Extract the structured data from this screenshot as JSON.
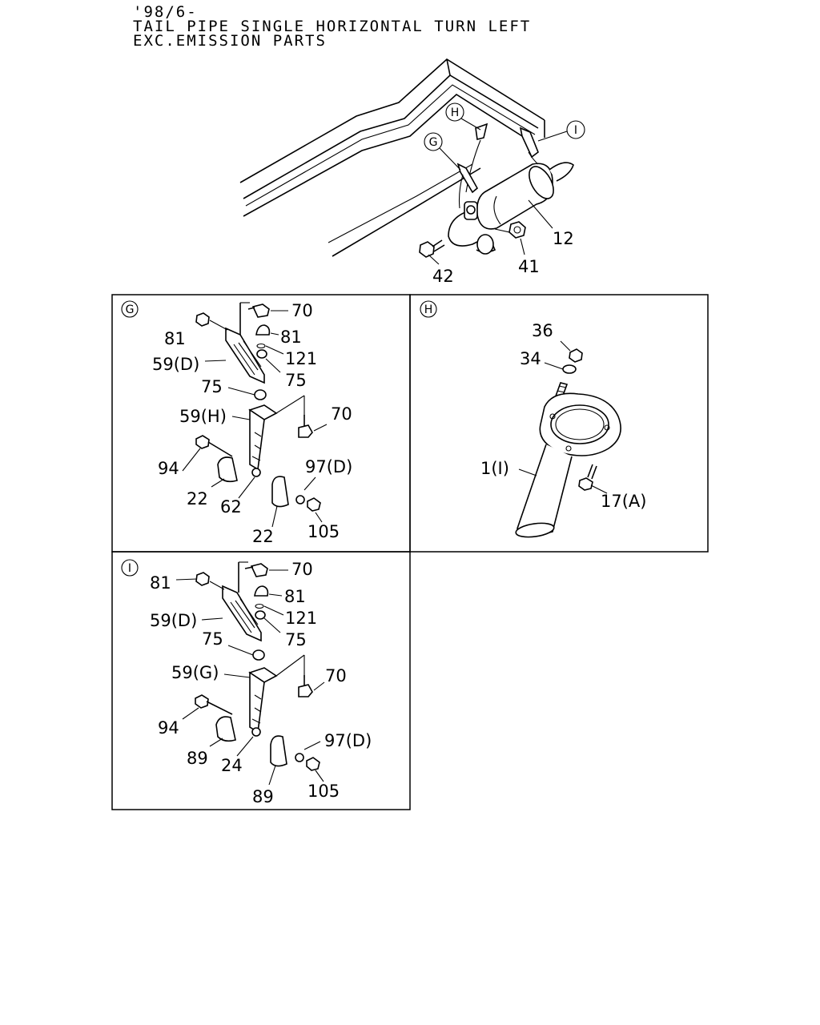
{
  "header": {
    "line1": "'98/6-",
    "line2": "TAIL PIPE SINGLE HORIZONTAL TURN LEFT",
    "line3": "EXC.EMISSION PARTS"
  },
  "overview": {
    "callouts": {
      "h": "H",
      "g": "G",
      "i": "I"
    },
    "labels": {
      "p12": "12",
      "p41": "41",
      "p42": "42"
    }
  },
  "panel_g": {
    "tag": "G",
    "labels": {
      "p70a": "70",
      "p81a": "81",
      "p81b": "81",
      "p121": "121",
      "p59d": "59(D)",
      "p75a": "75",
      "p75b": "75",
      "p59h": "59(H)",
      "p70b": "70",
      "p94": "94",
      "p97d": "97(D)",
      "p22a": "22",
      "p62": "62",
      "p22b": "22",
      "p105": "105"
    }
  },
  "panel_h": {
    "tag": "H",
    "labels": {
      "p36": "36",
      "p34": "34",
      "p1i": "1(I)",
      "p17a": "17(A)"
    }
  },
  "panel_i": {
    "tag": "I",
    "labels": {
      "p81a": "81",
      "p70a": "70",
      "p81b": "81",
      "p121": "121",
      "p59d": "59(D)",
      "p75a": "75",
      "p75b": "75",
      "p59g": "59(G)",
      "p70b": "70",
      "p94": "94",
      "p97d": "97(D)",
      "p89a": "89",
      "p24": "24",
      "p89b": "89",
      "p105": "105"
    }
  }
}
